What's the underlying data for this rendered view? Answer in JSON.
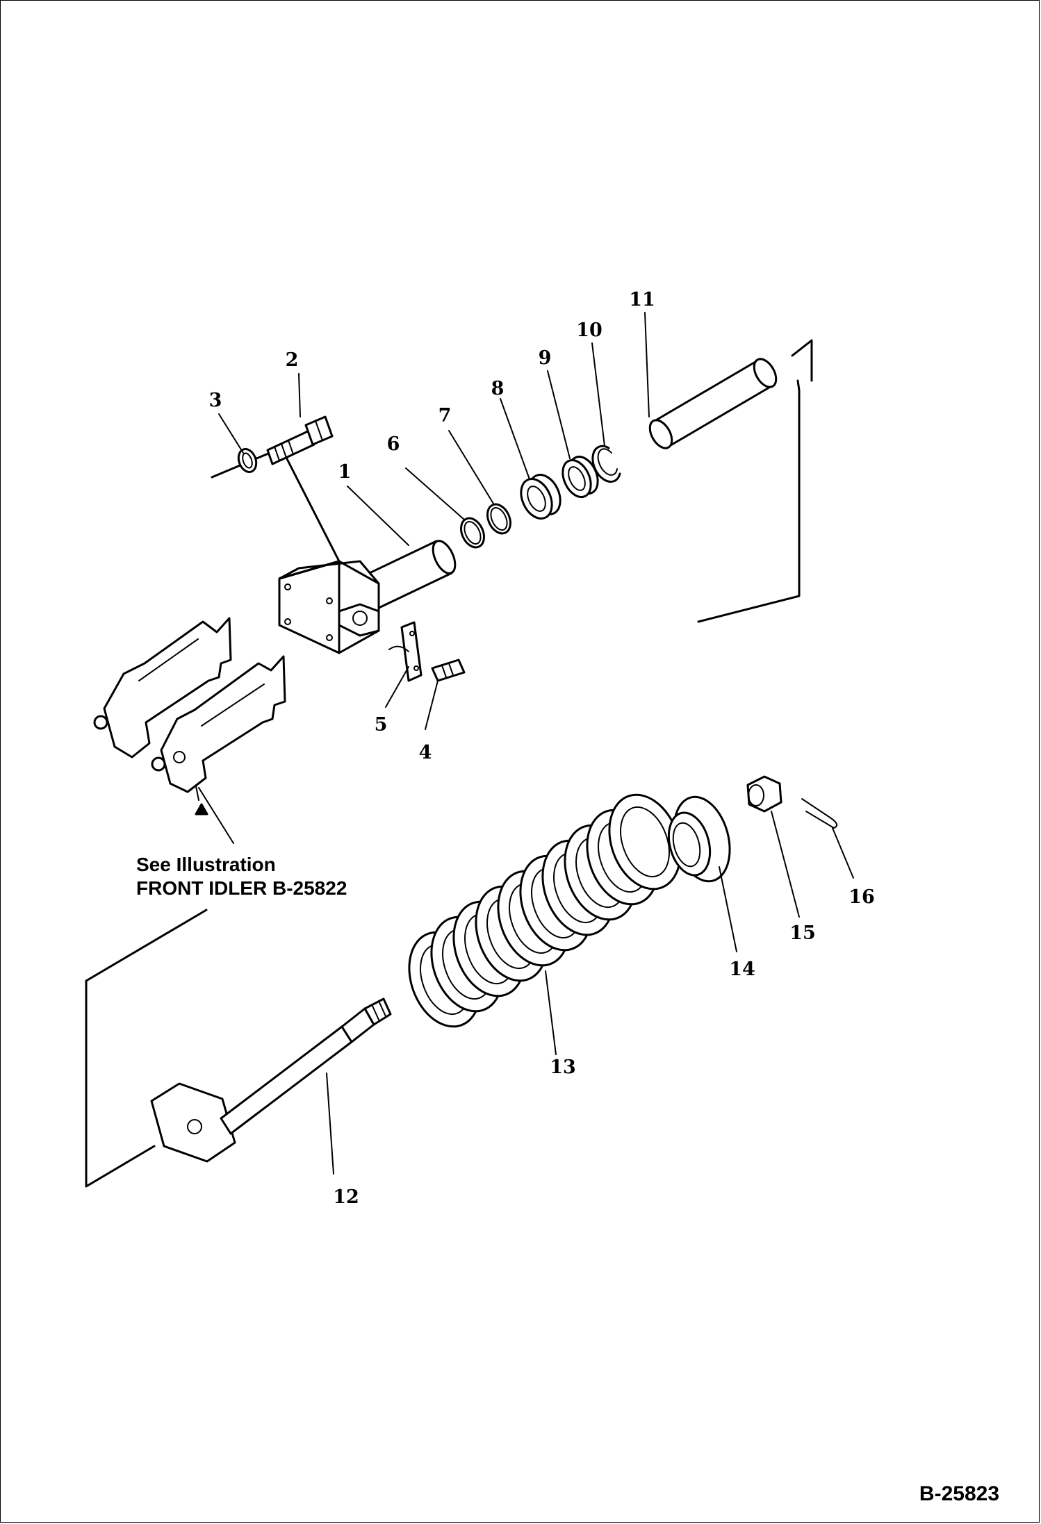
{
  "drawing_id": "B-25823",
  "reference_note": {
    "line1": "See Illustration",
    "line2": "FRONT IDLER B-25822"
  },
  "callouts": [
    {
      "id": "c1",
      "label": "1"
    },
    {
      "id": "c2",
      "label": "2"
    },
    {
      "id": "c3",
      "label": "3"
    },
    {
      "id": "c4",
      "label": "4"
    },
    {
      "id": "c5",
      "label": "5"
    },
    {
      "id": "c6",
      "label": "6"
    },
    {
      "id": "c7",
      "label": "7"
    },
    {
      "id": "c8",
      "label": "8"
    },
    {
      "id": "c9",
      "label": "9"
    },
    {
      "id": "c10",
      "label": "10"
    },
    {
      "id": "c11",
      "label": "11"
    },
    {
      "id": "c12",
      "label": "12"
    },
    {
      "id": "c13",
      "label": "13"
    },
    {
      "id": "c14",
      "label": "14"
    },
    {
      "id": "c15",
      "label": "15"
    },
    {
      "id": "c16",
      "label": "16"
    }
  ]
}
